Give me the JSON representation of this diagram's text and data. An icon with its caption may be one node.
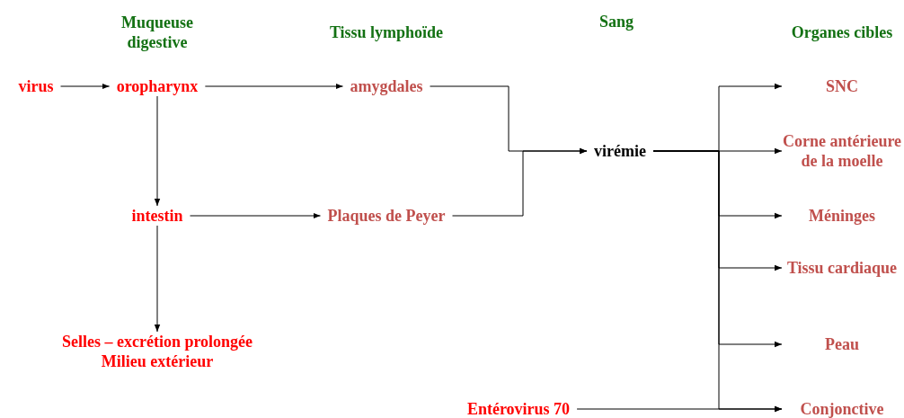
{
  "diagram": {
    "nodes": [
      {
        "text": [
          "virus"
        ]
      },
      {
        "text": [
          "oropharynx"
        ]
      },
      {
        "text": [
          "amygdales"
        ]
      },
      {
        "text": [
          "intestin"
        ]
      },
      {
        "text": [
          "Plaques de Peyer"
        ]
      },
      {
        "text": [
          "virémie"
        ]
      },
      {
        "text": [
          "Selles – excrétion prolongée",
          "Milieu extérieur"
        ]
      },
      {
        "text": [
          "SNC"
        ]
      },
      {
        "text": [
          "Corne antérieure de la moelle"
        ]
      },
      {
        "text": [
          "Méninges"
        ]
      },
      {
        "text": [
          "Tissu cardiaque"
        ]
      },
      {
        "text": [
          "Peau"
        ]
      },
      {
        "text": [
          "Entérovirus 70"
        ]
      },
      {
        "text": [
          "Conjonctive"
        ]
      }
    ],
    "edges": [
      {
        "from": 0,
        "to": 1,
        "arrow": "to"
      },
      {
        "from": 1,
        "to": 2,
        "arrow": "to"
      },
      {
        "from": 1,
        "to": 3,
        "arrow": "to"
      },
      {
        "from": 3,
        "to": 4,
        "arrow": "to"
      },
      {
        "from": 3,
        "to": 6,
        "arrow": "to"
      },
      {
        "from": 2,
        "to": 5,
        "arrow": "to"
      },
      {
        "from": 4,
        "to": 5,
        "arrow": "to"
      },
      {
        "from": 5,
        "to": 7,
        "arrow": "to"
      },
      {
        "from": 5,
        "to": 8,
        "arrow": "to"
      },
      {
        "from": 5,
        "to": 9,
        "arrow": "to"
      },
      {
        "from": 5,
        "to": 10,
        "arrow": "to"
      },
      {
        "from": 5,
        "to": 11,
        "arrow": "to"
      },
      {
        "from": 5,
        "to": 13,
        "arrow": "to"
      },
      {
        "from": 12,
        "to": 13,
        "arrow": "to"
      }
    ],
    "labels": [
      "Muqueuse digestive",
      "Tissu lymphoïde",
      "Sang",
      "Organes cibles"
    ]
  }
}
